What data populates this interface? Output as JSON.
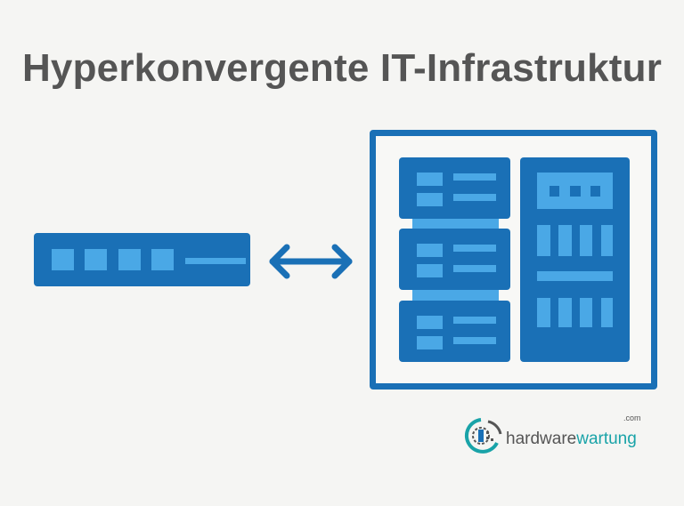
{
  "title": "Hyperkonvergente IT-Infrastruktur",
  "logo": {
    "part1": "hardware",
    "part2": "wartung",
    "suffix": ".com"
  },
  "colors": {
    "dark_blue": "#1a70b6",
    "light_blue": "#4aa8e6",
    "text": "#555555",
    "teal": "#19a3a8"
  },
  "icons": [
    "network-switch-icon",
    "bidirectional-arrow-icon",
    "server-rack-icon",
    "logo-icon"
  ]
}
